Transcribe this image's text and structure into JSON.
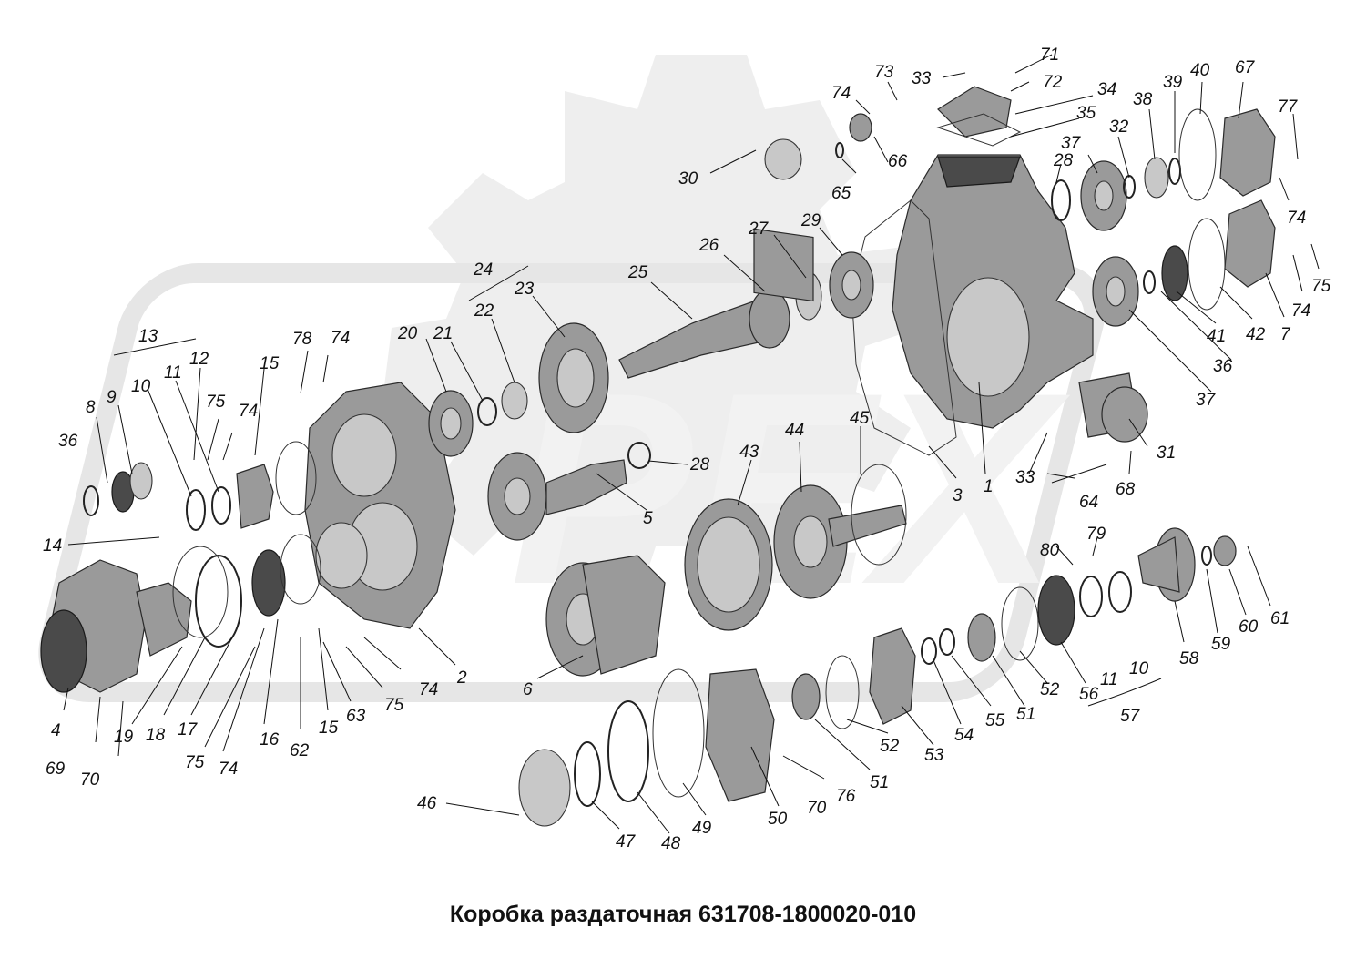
{
  "title": "Коробка раздаточная 631708-1800020-010",
  "labels": {
    "n1": "1",
    "n2": "2",
    "n3": "3",
    "n4": "4",
    "n5": "5",
    "n6": "6",
    "n7": "7",
    "n8": "8",
    "n9": "9",
    "n10a": "10",
    "n10b": "10",
    "n11a": "11",
    "n11b": "11",
    "n12": "12",
    "n13": "13",
    "n14": "14",
    "n15a": "15",
    "n15b": "15",
    "n16": "16",
    "n17": "17",
    "n18": "18",
    "n19": "19",
    "n20": "20",
    "n21": "21",
    "n22": "22",
    "n23": "23",
    "n24": "24",
    "n25": "25",
    "n26": "26",
    "n27": "27",
    "n28a": "28",
    "n28b": "28",
    "n29": "29",
    "n30": "30",
    "n31": "31",
    "n32": "32",
    "n33a": "33",
    "n33b": "33",
    "n34": "34",
    "n35": "35",
    "n36a": "36",
    "n36b": "36",
    "n37a": "37",
    "n37b": "37",
    "n38": "38",
    "n39": "39",
    "n40": "40",
    "n41": "41",
    "n42": "42",
    "n43": "43",
    "n44": "44",
    "n45": "45",
    "n46": "46",
    "n47": "47",
    "n48": "48",
    "n49": "49",
    "n50": "50",
    "n51a": "51",
    "n51b": "51",
    "n52a": "52",
    "n52b": "52",
    "n53": "53",
    "n54": "54",
    "n55": "55",
    "n56": "56",
    "n57": "57",
    "n58": "58",
    "n59": "59",
    "n60": "60",
    "n61": "61",
    "n62": "62",
    "n63": "63",
    "n64": "64",
    "n65": "65",
    "n66": "66",
    "n67": "67",
    "n68": "68",
    "n69": "69",
    "n70a": "70",
    "n70b": "70",
    "n71": "71",
    "n72": "72",
    "n73": "73",
    "n74a": "74",
    "n74b": "74",
    "n74c": "74",
    "n74d": "74",
    "n74e": "74",
    "n74f": "74",
    "n74g": "74",
    "n75a": "75",
    "n75b": "75",
    "n75c": "75",
    "n75d": "75",
    "n76": "76",
    "n77": "77",
    "n78": "78",
    "n79": "79",
    "n80": "80"
  },
  "watermark": {
    "text": "PEX",
    "color": "#eeeeee"
  }
}
